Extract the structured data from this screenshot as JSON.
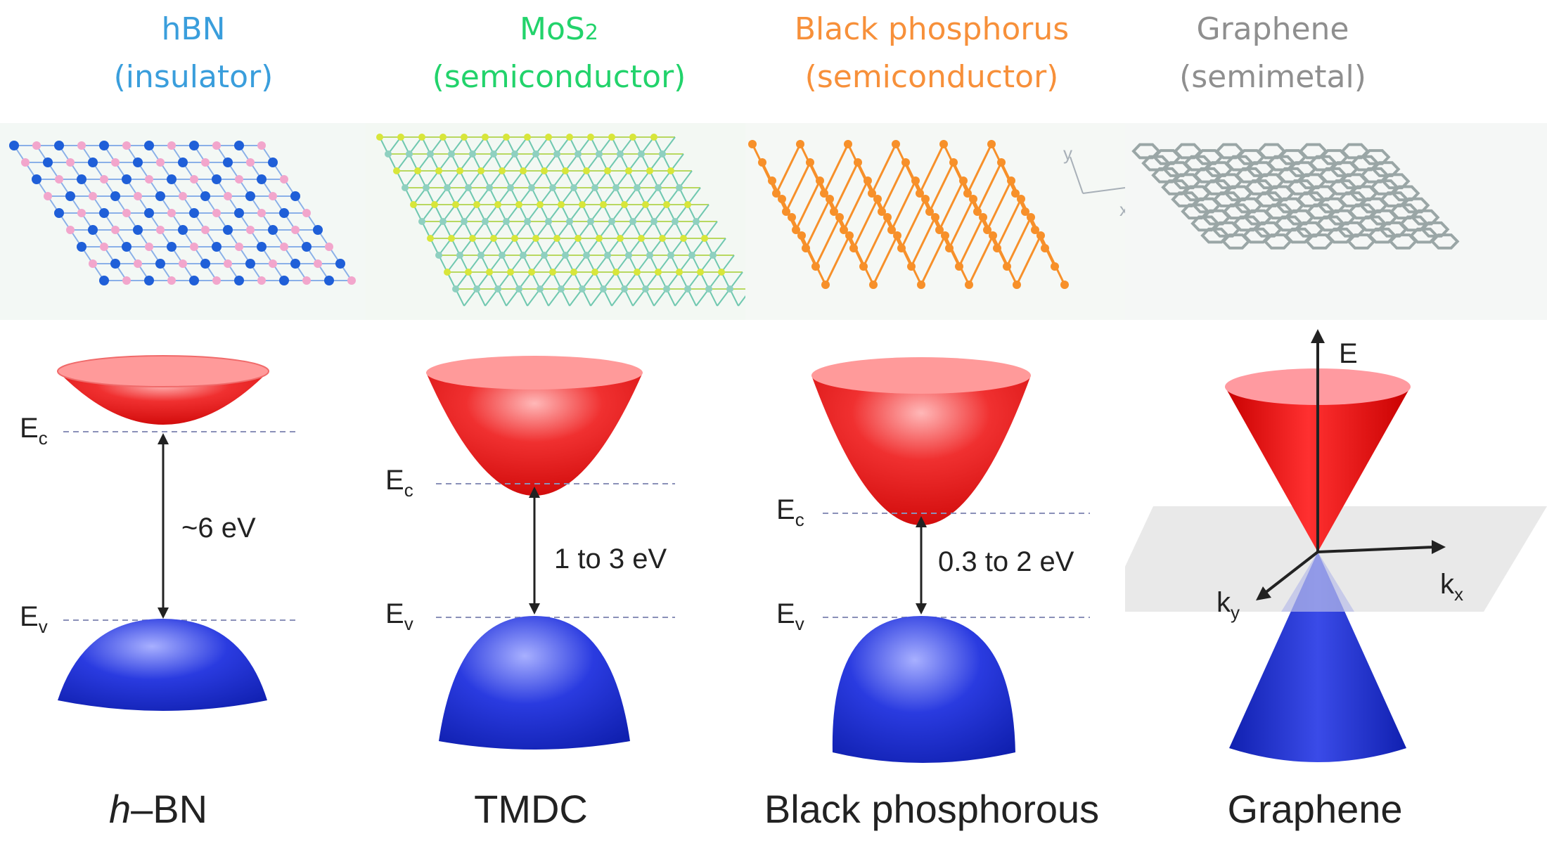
{
  "panels": [
    {
      "material": "hBN",
      "type": "(insulator)",
      "color": "#3a9edc",
      "label_italic": "h",
      "label_rest": "–BN",
      "gap": "~6 eV",
      "ec": "E",
      "ec_sub": "c",
      "ev": "E",
      "ev_sub": "v"
    },
    {
      "material_main": "MoS",
      "material_sub": "2",
      "type": "(semiconductor)",
      "color": "#22d36b",
      "label": "TMDC",
      "gap": "1 to 3 eV",
      "ec": "E",
      "ec_sub": "c",
      "ev": "E",
      "ev_sub": "v"
    },
    {
      "material": "Black phosphorus",
      "type": "(semiconductor)",
      "color": "#f7903a",
      "label": "Black phosphorous",
      "gap": "0.3 to 2 eV",
      "ec": "E",
      "ec_sub": "c",
      "ev": "E",
      "ev_sub": "v",
      "axis_y": "y",
      "axis_x": "x"
    },
    {
      "material": "Graphene",
      "type": "(semimetal)",
      "color": "#8f8f8f",
      "label": "Graphene",
      "axis_e": "E",
      "ky": "k",
      "ky_sub": "y",
      "kx": "k",
      "kx_sub": "x"
    }
  ],
  "colors": {
    "conduction": "#ee1111",
    "valence": "#1f2fd6",
    "dashed": "#8a90b8",
    "hbn_atoms_b": "#1f5fd8",
    "hbn_atoms_n": "#f2a6cc",
    "mos2_atoms": "#d8e63a",
    "bp_atoms": "#f7902a",
    "graphene_atoms": "#9aa6a6"
  }
}
